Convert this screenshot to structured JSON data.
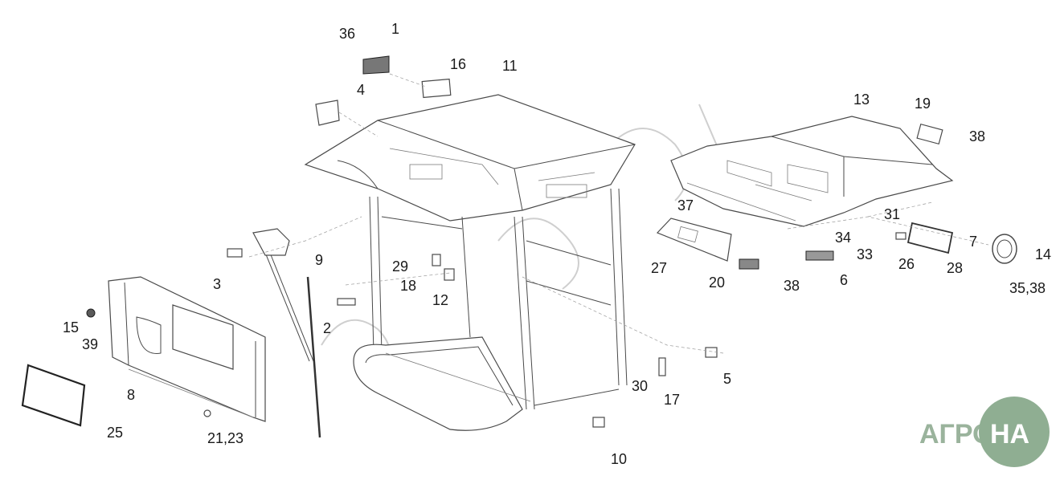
{
  "labels": {
    "l1": "1",
    "l2": "2",
    "l3": "3",
    "l4": "4",
    "l5": "5",
    "l6": "6",
    "l7": "7",
    "l8": "8",
    "l9": "9",
    "l10": "10",
    "l11": "11",
    "l12": "12",
    "l13": "13",
    "l14": "14",
    "l15": "15",
    "l16": "16",
    "l17": "17",
    "l18": "18",
    "l19": "19",
    "l20": "20",
    "l21_23": "21,23",
    "l25": "25",
    "l26": "26",
    "l27": "27",
    "l28": "28",
    "l29": "29",
    "l30": "30",
    "l31": "31",
    "l33": "33",
    "l34": "34",
    "l35_38": "35,38",
    "l36": "36",
    "l37": "37",
    "l38a": "38",
    "l38b": "38",
    "l39": "39"
  },
  "logo": {
    "left": "АГРО",
    "right": "НА",
    "tint": "#8fae92"
  },
  "colors": {
    "line": "#4a4a4a",
    "background": "#ffffff"
  }
}
